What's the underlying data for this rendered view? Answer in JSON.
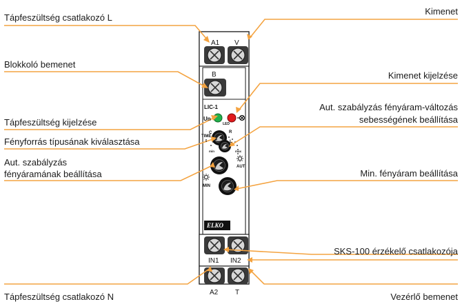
{
  "labels": {
    "l_supply_l": "Tápfeszültség csatlakozó L",
    "r_output": "Kimenet",
    "l_block_input": "Blokkoló bemenet",
    "r_output_indication": "Kimenet kijelzése",
    "l_supply_indication": "Tápfeszültség kijelzése",
    "r_auto_rate_1": "Aut. szabályzás fényáram-változás",
    "r_auto_rate_2": "sebességének beállítása",
    "l_source_type": "Fényforrás típusának kiválasztása",
    "r_min_flux": "Min. fényáram beállítása",
    "l_auto_flux_1": "Aut. szabályzás",
    "l_auto_flux_2": "fényáramának beállítása",
    "r_sks_connector": "SKS-100 érzékelő csatlakozója",
    "l_supply_n": "Tápfeszültség csatlakozó N",
    "r_control_input": "Vezérlő bemenet"
  },
  "device": {
    "top_terminals": [
      "A1",
      "V"
    ],
    "block_terminal": "B",
    "model": "LIC-1",
    "un_label": "Un",
    "led_label": "LED",
    "selector_letters": [
      "C",
      "R",
      "L"
    ],
    "time_label": "TIME",
    "time_t": "t",
    "time_min": "min",
    "time_max": "max",
    "aut_label": "AUT",
    "min_label": "MIN",
    "brand": "ELKO",
    "in_terminals": [
      "IN1",
      "IN2"
    ],
    "bottom_terminals": [
      "A2",
      "T"
    ]
  },
  "colors": {
    "leader": "#f4a340",
    "green_led": "#22b14c",
    "red_led": "#e0191b"
  }
}
